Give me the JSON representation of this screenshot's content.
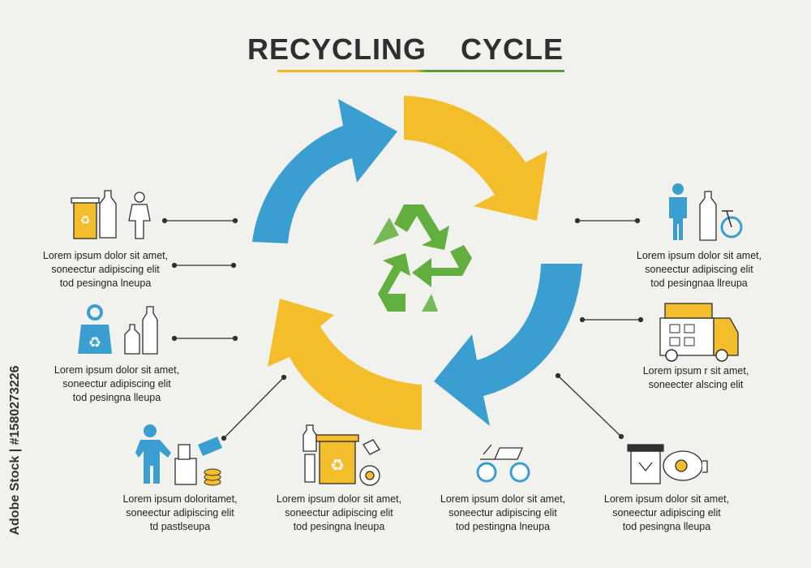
{
  "title": "RECYCLING  CYCLE",
  "colors": {
    "blue": "#3a9fd0",
    "yellow": "#f4bd2b",
    "green": "#62ae3e",
    "ink": "#2f2f2f",
    "background": "#f1f2ee"
  },
  "center_icon": "recycle-symbol-icon",
  "stock_id": "Adobe Stock | #1580273226",
  "steps": [
    {
      "id": "left-top",
      "icons": [
        "recycling-bin-icon",
        "plastic-bottle-icon",
        "person-icon"
      ],
      "lines": [
        "Lorem ipsum dolor sit amet,",
        "soneectur adipiscing elit",
        "tod pesingna lneupa"
      ]
    },
    {
      "id": "left-middle",
      "icons": [
        "recycle-bag-icon",
        "bottles-icon"
      ],
      "lines": [
        "Lorem ipsum dolor sit amet,",
        "soneectur adipiscing elit",
        "tod pesingna lleupa"
      ]
    },
    {
      "id": "bottom-1",
      "icons": [
        "person-icon",
        "waste-sorting-icon",
        "coins-icon"
      ],
      "lines": [
        "Lorem ipsum doloritamet,",
        "soneectur adipiscing elit",
        "td pastlseupa"
      ]
    },
    {
      "id": "bottom-2",
      "icons": [
        "bottles-icon",
        "recycling-bin-icon",
        "chemical-flask-icon"
      ],
      "lines": [
        "Lorem ipsum dolor sit amet,",
        "soneectur adipiscing elit",
        "tod pesingna lneupa"
      ]
    },
    {
      "id": "bottom-3",
      "icons": [
        "tractor-icon"
      ],
      "lines": [
        "Lorem ipsum dolor sit amet,",
        "soneectur adipiscing elit",
        "tod pestingna lneupa"
      ]
    },
    {
      "id": "bottom-4",
      "icons": [
        "trash-can-icon",
        "vacuum-machine-icon"
      ],
      "lines": [
        "Lorem ipsum dolor sit amet,",
        "soneectur adipiscing elit",
        "tod pesingna lleupa"
      ]
    },
    {
      "id": "right-top",
      "icons": [
        "person-icon",
        "plastic-bottle-icon",
        "bicycle-icon"
      ],
      "lines": [
        "Lorem ipsum dolor sit amet,",
        "soneectur adipiscing elit",
        "tod pesingnaa llreupa"
      ]
    },
    {
      "id": "right-middle",
      "icons": [
        "garbage-truck-icon"
      ],
      "lines": [
        "Lorem ipsum r sit amet,",
        "soneecter alscing elit"
      ]
    }
  ]
}
